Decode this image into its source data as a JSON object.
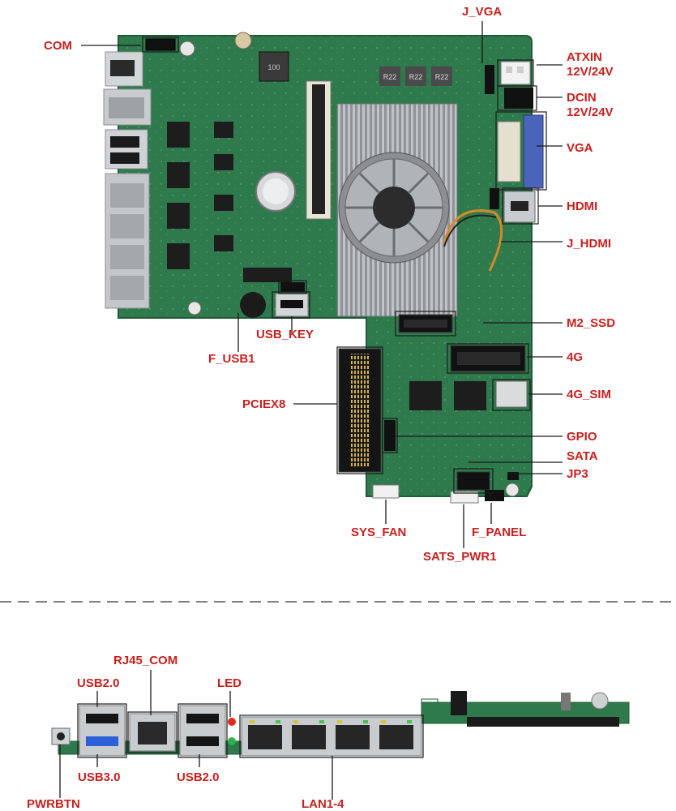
{
  "top_labels": {
    "com": "COM",
    "j_vga": "J_VGA",
    "atxin": "ATXIN",
    "atxin_v": "12V/24V",
    "dcin": "DCIN",
    "dcin_v": "12V/24V",
    "vga": "VGA",
    "hdmi": "HDMI",
    "j_hdmi": "J_HDMI",
    "m2_ssd": "M2_SSD",
    "g4": "4G",
    "g4_sim": "4G_SIM",
    "gpio": "GPIO",
    "sata": "SATA",
    "jp3": "JP3",
    "usb_key": "USB_KEY",
    "f_usb1": "F_USB1",
    "pciex8": "PCIEX8",
    "sys_fan": "SYS_FAN",
    "f_panel": "F_PANEL",
    "sats_pwr1": "SATS_PWR1"
  },
  "bottom_labels": {
    "usb20_left": "USB2.0",
    "rj45_com": "RJ45_COM",
    "led": "LED",
    "usb30": "USB3.0",
    "usb20_right": "USB2.0",
    "pwrbtn": "PWRBTN",
    "lan": "LAN1-4"
  },
  "board_marks": {
    "r22a": "R22",
    "r22b": "R22",
    "r22c": "R22",
    "l100": "100"
  },
  "colors": {
    "label": "#c8201e",
    "pcb": "#2f7a4c",
    "pcb_dark": "#1f5a37",
    "heatsink": "#b9bcc0",
    "port_metal": "#c9cccf"
  }
}
